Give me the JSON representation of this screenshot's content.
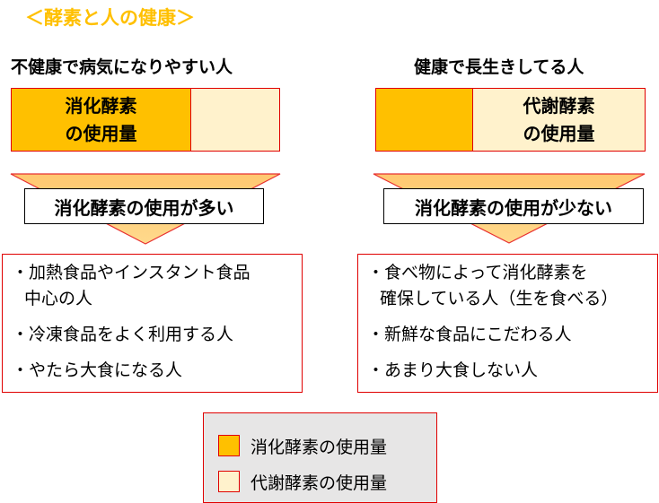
{
  "title": "＜酵素と人の健康＞",
  "colors": {
    "digestive_enzyme": "#FFC000",
    "metabolic_enzyme": "#FFF2CC",
    "border": "#E00000",
    "arrow_fill": "#FFD580",
    "legend_bg": "#E7E6E6",
    "title": "#FFC000"
  },
  "left": {
    "heading": "不健康で病気になりやすい人",
    "bar": {
      "digestive_label_line1": "消化酵素",
      "digestive_label_line2": "の使用量",
      "digestive_ratio": 0.667,
      "metabolic_ratio": 0.333
    },
    "arrow_label": "消化酵素の使用が多い",
    "items": [
      {
        "line1": "・加熱食品やインスタント食品",
        "line2": "中心の人"
      },
      {
        "line1": "・冷凍食品をよく利用する人",
        "line2": ""
      },
      {
        "line1": "・やたら大食になる人",
        "line2": ""
      }
    ]
  },
  "right": {
    "heading": "健康で長生きしてる人",
    "bar": {
      "metabolic_label_line1": "代謝酵素",
      "metabolic_label_line2": "の使用量",
      "digestive_ratio": 0.36,
      "metabolic_ratio": 0.64
    },
    "arrow_label": "消化酵素の使用が少ない",
    "items": [
      {
        "line1": "・食べ物によって消化酵素を",
        "line2": "確保している人（生を食べる）"
      },
      {
        "line1": "・新鮮な食品にこだわる人",
        "line2": ""
      },
      {
        "line1": "・あまり大食しない人",
        "line2": ""
      }
    ]
  },
  "legend": {
    "items": [
      {
        "label": "消化酵素の使用量",
        "color": "#FFC000"
      },
      {
        "label": "代謝酵素の使用量",
        "color": "#FFF2CC"
      }
    ]
  }
}
